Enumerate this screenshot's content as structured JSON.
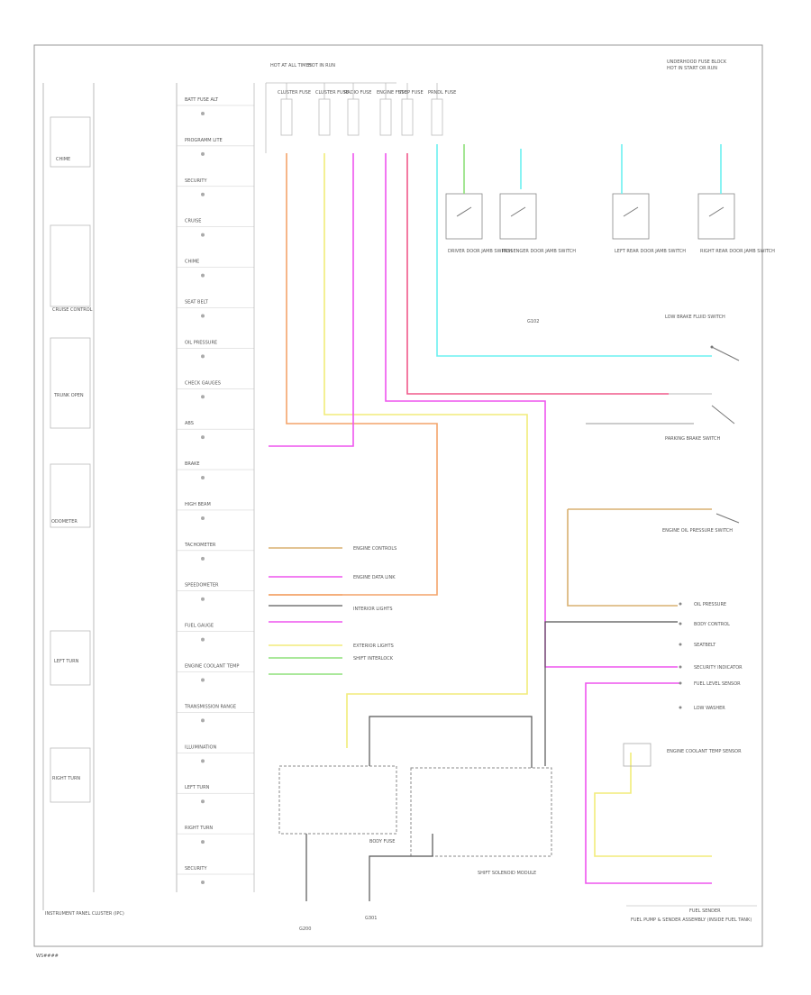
{
  "diagram": {
    "figure_code": "WS####",
    "main_title_line1": "HOT AT ALL TIMES",
    "main_title_line2": "HOT IN RUN",
    "top_right_line1": "UNDERHOOD FUSE BLOCK",
    "top_right_line2": "HOT IN START OR RUN",
    "cluster_caption": "INSTRUMENT PANEL CLUSTER (IPC)",
    "left_components": [
      {
        "label": "CHIME"
      },
      {
        "label": "CRUISE CONTROL"
      },
      {
        "label": "TRUNK OPEN"
      },
      {
        "label": "ODOMETER"
      },
      {
        "label": "LEFT TURN"
      },
      {
        "label": "RIGHT TURN"
      }
    ],
    "cluster_indicators": [
      {
        "label": "BATT FUSE ALT"
      },
      {
        "label": "PROGRAMM LITE"
      },
      {
        "label": "SECURITY"
      },
      {
        "label": "CRUISE"
      },
      {
        "label": "CHIME"
      },
      {
        "label": "SEAT BELT"
      },
      {
        "label": "OIL PRESSURE"
      },
      {
        "label": "CHECK GAUGES"
      },
      {
        "label": "ABS"
      },
      {
        "label": "BRAKE"
      },
      {
        "label": "HIGH BEAM"
      },
      {
        "label": "TACHOMETER"
      },
      {
        "label": "SPEEDOMETER"
      },
      {
        "label": "FUEL GAUGE"
      },
      {
        "label": "ENGINE COOLANT TEMP"
      },
      {
        "label": "TRANSMISSION RANGE"
      },
      {
        "label": "ILLUMINATION"
      },
      {
        "label": "LEFT TURN"
      },
      {
        "label": "RIGHT TURN"
      },
      {
        "label": "SECURITY"
      }
    ],
    "top_fuses": [
      {
        "label": "CLUSTER FUSE"
      },
      {
        "label": "CLUSTER FUSE"
      },
      {
        "label": "RADIO FUSE"
      },
      {
        "label": "ENGINE FUSE"
      },
      {
        "label": "STOP FUSE"
      },
      {
        "label": "PRNDL FUSE"
      }
    ],
    "door_switches": [
      {
        "label": "DRIVER DOOR JAMB SWITCH"
      },
      {
        "label": "PASSENGER DOOR JAMB SWITCH"
      },
      {
        "label": "LEFT REAR DOOR JAMB SWITCH"
      },
      {
        "label": "RIGHT REAR DOOR JAMB SWITCH"
      }
    ],
    "right_components": [
      {
        "label": "LOW BRAKE FLUID SWITCH"
      },
      {
        "label": "PARKING BRAKE SWITCH"
      },
      {
        "label": "ENGINE OIL PRESSURE SWITCH"
      },
      {
        "label": "ENGINE COOLANT TEMP SENSOR"
      }
    ],
    "right_connector_labels": [
      {
        "label": "OIL PRESSURE"
      },
      {
        "label": "BODY CONTROL"
      },
      {
        "label": "SEATBELT"
      },
      {
        "label": "SECURITY INDICATOR"
      },
      {
        "label": "FUEL LEVEL SENSOR"
      },
      {
        "label": "LOW WASHER"
      }
    ],
    "center_labels": [
      {
        "label": "ENGINE CONTROLS"
      },
      {
        "label": "ENGINE DATA LINK"
      },
      {
        "label": "INTERIOR LIGHTS"
      },
      {
        "label": "EXTERIOR LIGHTS"
      },
      {
        "label": "SHIFT INTERLOCK"
      }
    ],
    "bottom_modules": [
      {
        "label": "BODY FUSE"
      },
      {
        "label": "SHIFT SOLENOID MODULE"
      }
    ],
    "fuel_caption_1": "FUEL SENDER",
    "fuel_caption_2": "FUEL PUMP & SENDER ASSEMBLY (INSIDE FUEL TANK)",
    "ground_labels": [
      {
        "label": "G102"
      },
      {
        "label": "G200"
      },
      {
        "label": "G301"
      }
    ],
    "wire_colors": {
      "orange": "#f4a46a",
      "yellow": "#f2ec7a",
      "magenta": "#ee55ee",
      "red": "#f05a8c",
      "cyan": "#6cf0f0",
      "green": "#8ee07a",
      "tan": "#d8b070",
      "black": "#555555"
    }
  }
}
